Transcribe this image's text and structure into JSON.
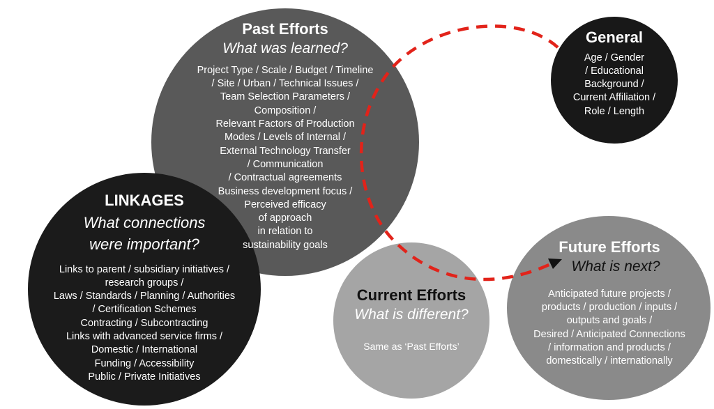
{
  "colors": {
    "general": "#181818",
    "past": "#595959",
    "linkages": "#1b1b1b",
    "current": "#a5a5a5",
    "future": "#8a8a8a",
    "arrow": "#e2231a",
    "text": "#ffffff"
  },
  "general": {
    "title": "General",
    "lines": [
      "Age / Gender",
      "/ Educational",
      "Background /",
      "Current Affiliation /",
      "Role / Length"
    ]
  },
  "past_efforts": {
    "title": "Past Efforts",
    "subtitle": "What was learned?",
    "lines": [
      "Project Type / Scale / Budget / Timeline",
      "/ Site / Urban / Technical Issues /",
      "Team Selection Parameters /",
      "Composition /",
      "Relevant Factors of Production",
      "Modes / Levels of Internal /",
      "External Technology Transfer",
      "/ Communication",
      "/ Contractual agreements",
      "Business development focus /",
      "Perceived efficacy",
      "of approach",
      "in relation to",
      "sustainability goals"
    ]
  },
  "linkages": {
    "title": "LINKAGES",
    "subtitle_1": "What connections",
    "subtitle_2": "were important?",
    "lines": [
      "Links to parent / subsidiary initiatives /",
      "research groups /",
      "Laws / Standards / Planning / Authorities",
      "/ Certification Schemes",
      "Contracting / Subcontracting",
      "Links with advanced service firms /",
      "Domestic / International",
      "Funding / Accessibility",
      "Public / Private Initiatives"
    ]
  },
  "current_efforts": {
    "title": "Current Efforts",
    "subtitle": "What is different?",
    "note": "Same as ‘Past Efforts’"
  },
  "future_efforts": {
    "title": "Future Efforts",
    "subtitle": "What is next?",
    "lines": [
      "Anticipated future projects /",
      "products / production / inputs /",
      "outputs and goals /",
      "Desired / Anticipated Connections",
      "/ information and products /",
      "domestically / internationally"
    ]
  }
}
